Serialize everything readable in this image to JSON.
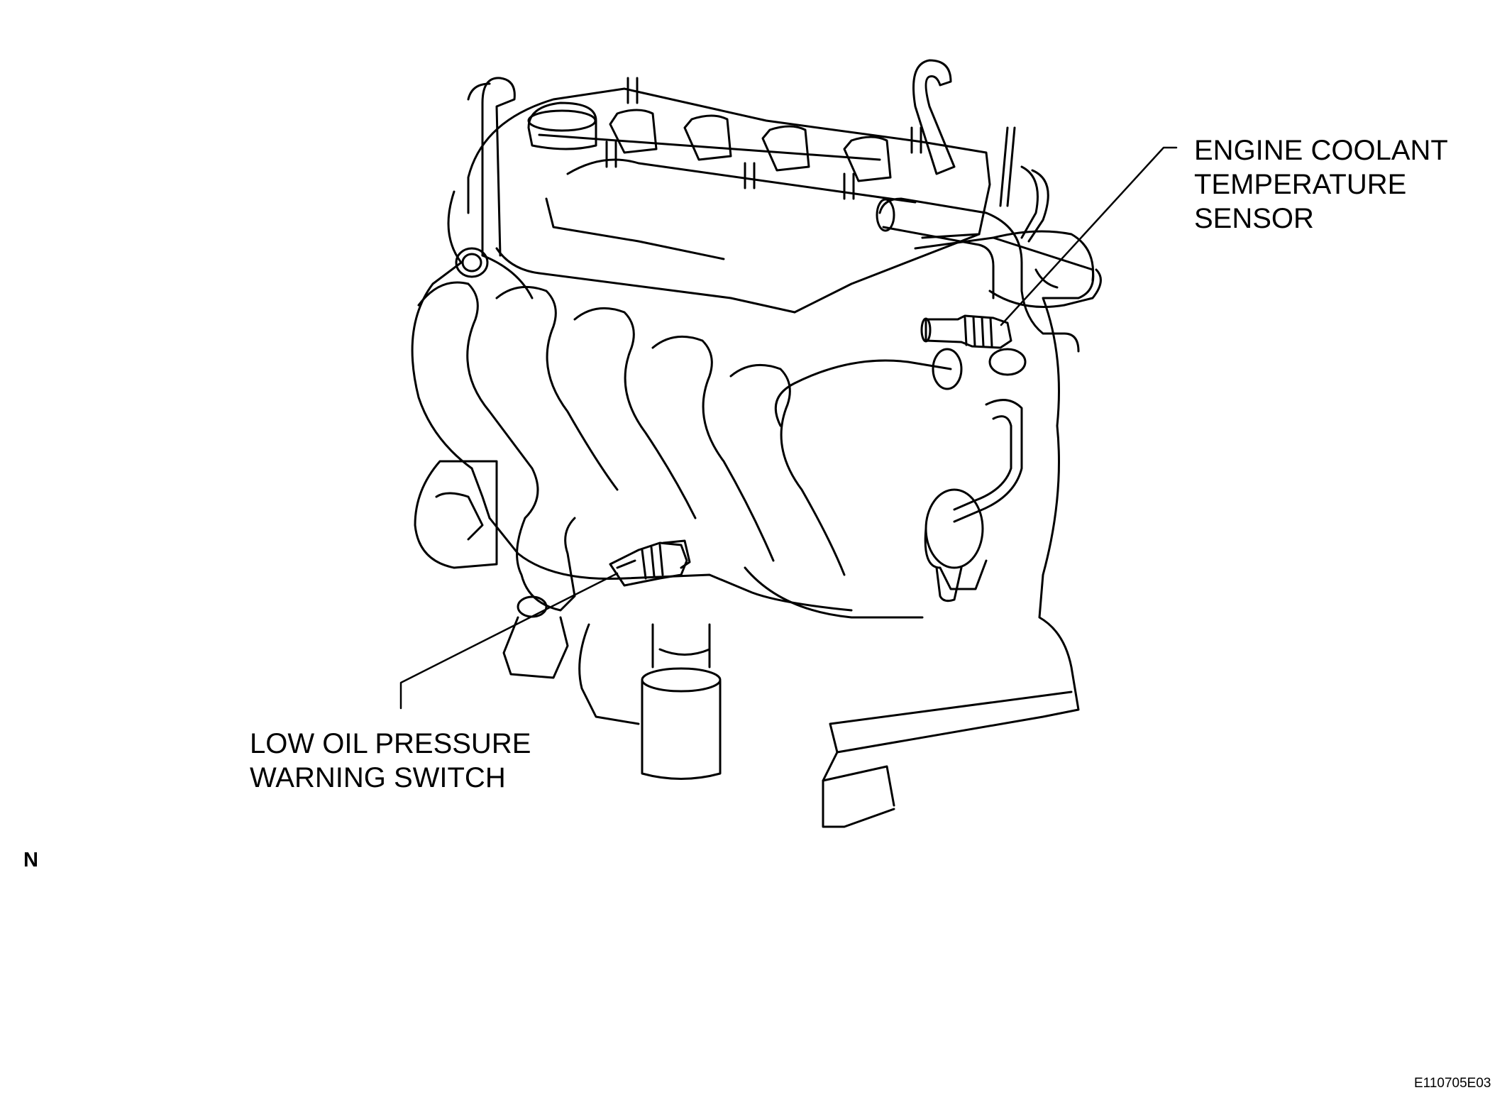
{
  "labels": {
    "coolant_sensor": [
      "ENGINE COOLANT",
      "TEMPERATURE",
      "SENSOR"
    ],
    "oil_switch": [
      "LOW OIL PRESSURE",
      "WARNING SWITCH"
    ]
  },
  "corner_mark": "N",
  "figure_code": "E110705E03",
  "colors": {
    "line": "#000000",
    "background": "#ffffff"
  }
}
